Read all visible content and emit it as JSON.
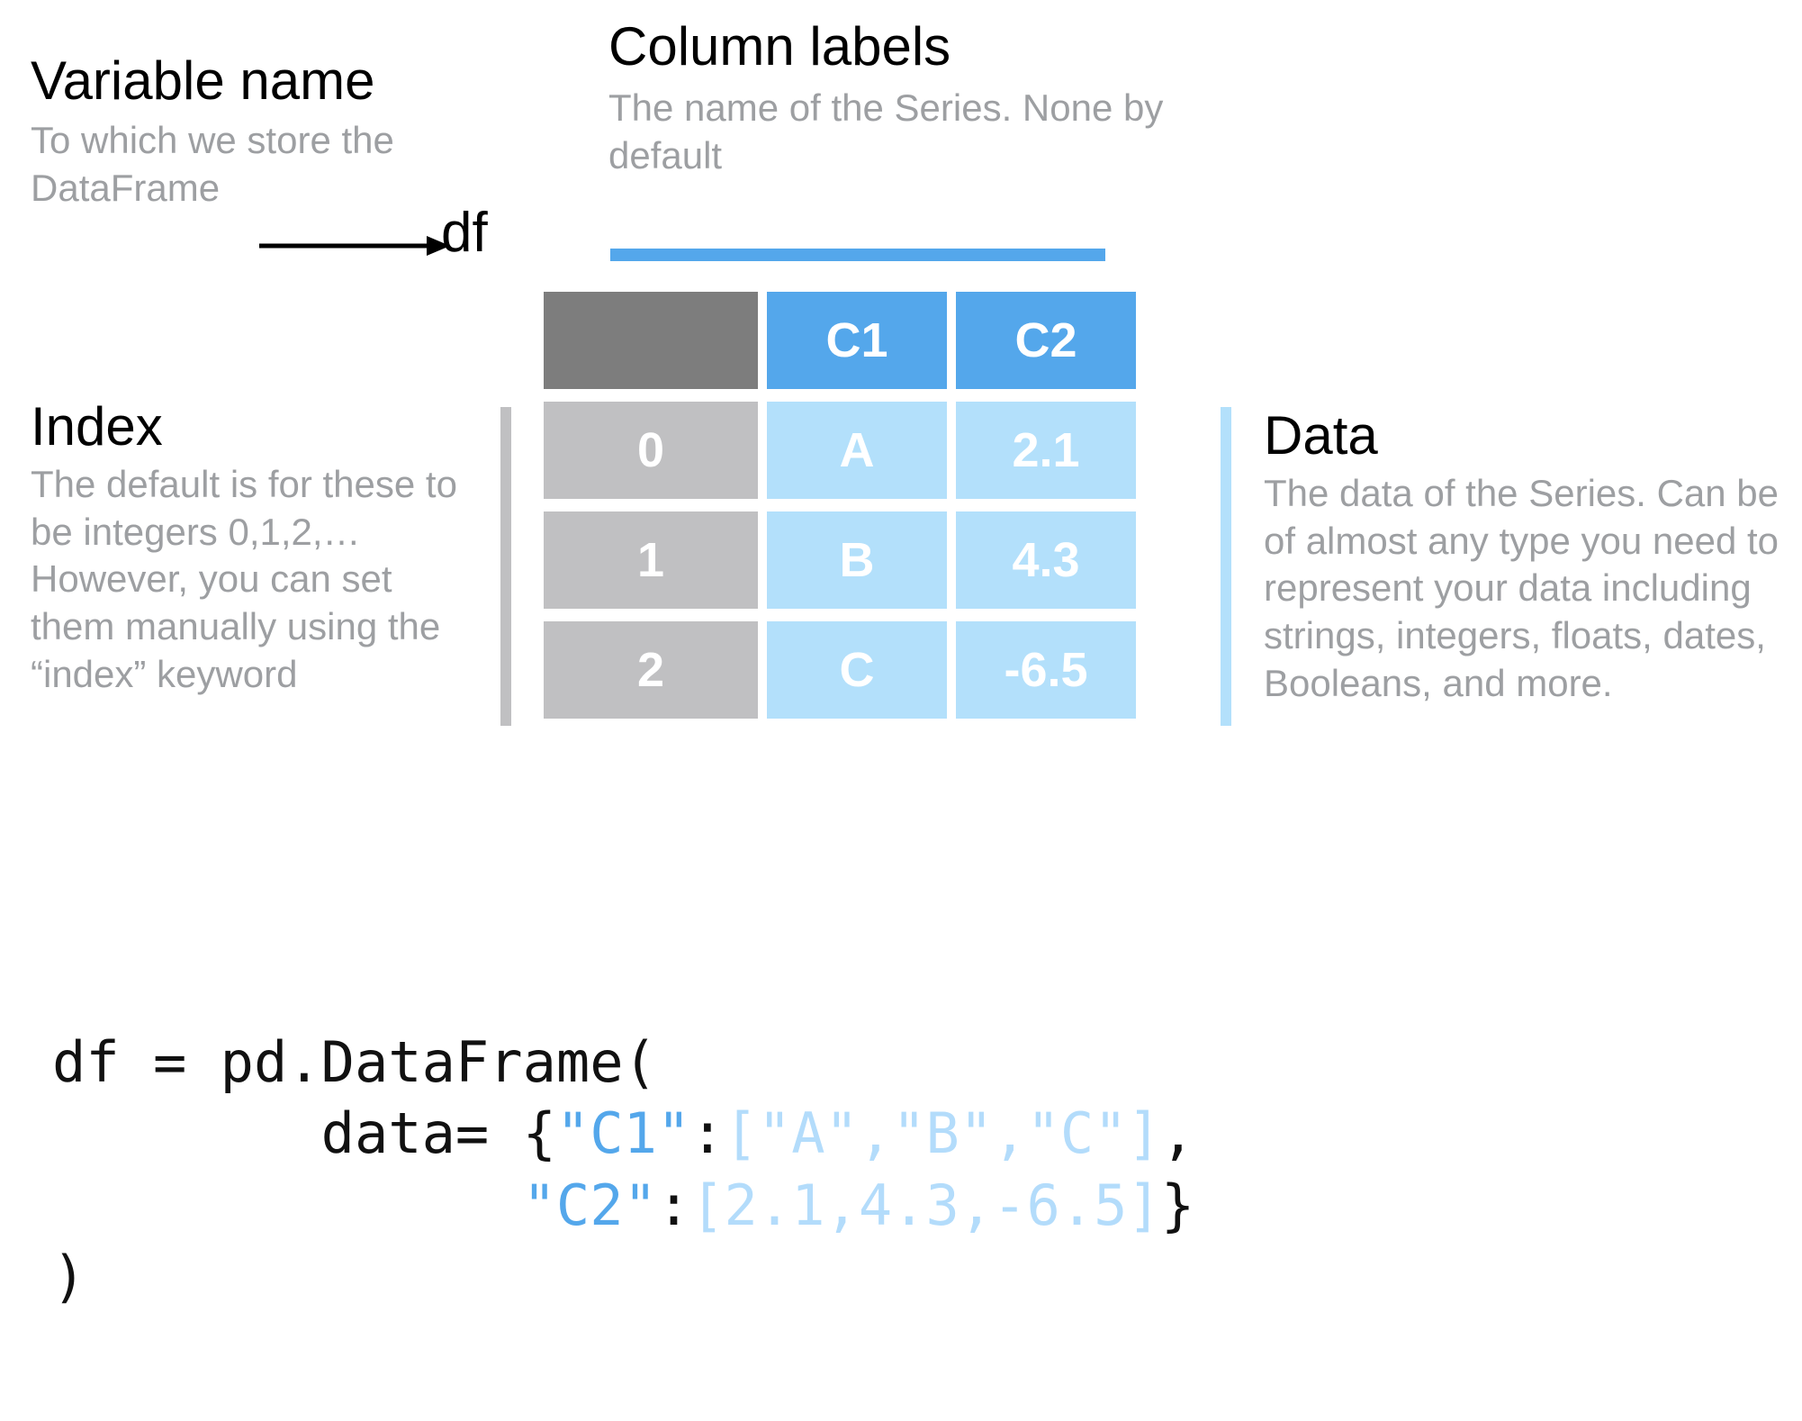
{
  "variable_name": {
    "title": "Variable name",
    "description": "To which we store the\nDataFrame",
    "value": "df"
  },
  "column_labels": {
    "title": "Column labels",
    "description": "The name of the Series.\nNone by default"
  },
  "index": {
    "title": "Index",
    "description": "The default is for these to be integers 0,1,2,… However, you can set them manually using the “index” keyword"
  },
  "data_note": {
    "title": "Data",
    "description": "The data of the Series. Can be of almost any type you need to represent your data including strings, integers, floats, dates, Booleans, and more."
  },
  "table": {
    "corner_label": "",
    "column_headers": [
      "C1",
      "C2"
    ],
    "index_values": [
      "0",
      "1",
      "2"
    ],
    "rows": [
      {
        "index": "0",
        "C1": "A",
        "C2": "2.1"
      },
      {
        "index": "1",
        "C1": "B",
        "C2": "4.3"
      },
      {
        "index": "2",
        "C1": "C",
        "C2": "-6.5"
      }
    ]
  },
  "code": {
    "line1": "df = pd.DataFrame(",
    "line2_prefix": "        data= {",
    "line2_key": "\"C1\"",
    "line2_colon": ":",
    "line2_list": "[\"A\",\"B\",\"C\"]",
    "line2_suffix": ",",
    "line3_prefix": "              ",
    "line3_key": "\"C2\"",
    "line3_colon": ":",
    "line3_list": "[2.1,4.3,-6.5]",
    "line3_suffix": "}",
    "line4": ")"
  },
  "colors": {
    "header_blue": "#54a7eb",
    "cell_blue": "#b3e0fb",
    "index_gray": "#c0c0c2",
    "corner_gray": "#7d7d7d",
    "body_gray": "#9d9fa2",
    "code_key_blue": "#54a7eb",
    "code_literal_blue": "#b3dcfb"
  },
  "chart_data": {
    "type": "table",
    "title": "pandas DataFrame anatomy",
    "columns": [
      "C1",
      "C2"
    ],
    "index": [
      0,
      1,
      2
    ],
    "series": [
      {
        "name": "C1",
        "values": [
          "A",
          "B",
          "C"
        ]
      },
      {
        "name": "C2",
        "values": [
          2.1,
          4.3,
          -6.5
        ]
      }
    ],
    "annotations": [
      "Variable name",
      "Column labels",
      "Index",
      "Data"
    ]
  }
}
